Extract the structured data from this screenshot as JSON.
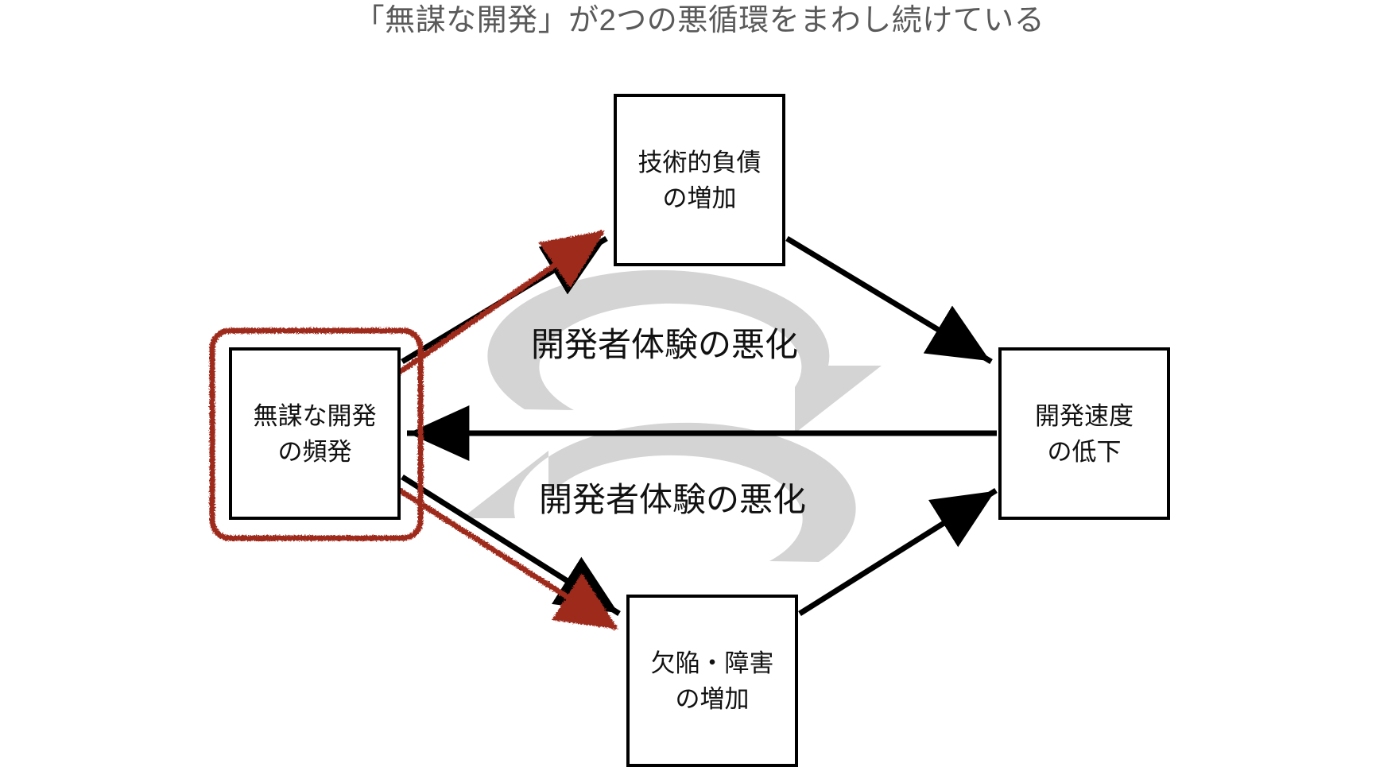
{
  "title": "「無謀な開発」が2つの悪循環をまわし続けている",
  "colors": {
    "title_text": "#5a5a5a",
    "box_border": "#000000",
    "box_fill": "#ffffff",
    "arrow_black": "#000000",
    "cycle_gray": "#d4d4d4",
    "highlight_red": "#9e2b1e",
    "background": "#ffffff"
  },
  "nodes": [
    {
      "id": "tech-debt",
      "line1": "技術的負債",
      "line2": "の増加",
      "highlighted": false
    },
    {
      "id": "rash-dev",
      "line1": "無謀な開発",
      "line2": "の頻発",
      "highlighted": true
    },
    {
      "id": "dev-speed",
      "line1": "開発速度",
      "line2": "の低下",
      "highlighted": false
    },
    {
      "id": "defects",
      "line1": "欠陥・障害",
      "line2": "の増加",
      "highlighted": false
    }
  ],
  "cycles": [
    {
      "id": "upper-loop",
      "label": "開発者体験の悪化",
      "direction": "clockwise"
    },
    {
      "id": "lower-loop",
      "label": "開発者体験の悪化",
      "direction": "counter-clockwise"
    }
  ],
  "edges": [
    {
      "id": "rash-to-tech",
      "from": "rash-dev",
      "to": "tech-debt",
      "style": "black-solid",
      "annotated": true
    },
    {
      "id": "tech-to-speed",
      "from": "tech-debt",
      "to": "dev-speed",
      "style": "black-solid",
      "annotated": false
    },
    {
      "id": "speed-to-rash",
      "from": "dev-speed",
      "to": "rash-dev",
      "style": "black-solid",
      "annotated": false
    },
    {
      "id": "rash-to-defects",
      "from": "rash-dev",
      "to": "defects",
      "style": "black-solid",
      "annotated": true
    },
    {
      "id": "defects-to-speed",
      "from": "defects",
      "to": "dev-speed",
      "style": "black-solid",
      "annotated": false
    }
  ],
  "annotations": [
    {
      "id": "rash-dev-highlight",
      "type": "hand-drawn-rounded-rect",
      "target": "rash-dev"
    },
    {
      "id": "rash-to-tech-trace",
      "type": "hand-drawn-arrow",
      "target": "rash-to-tech"
    },
    {
      "id": "rash-to-defects-trace",
      "type": "hand-drawn-arrow",
      "target": "rash-to-defects"
    }
  ]
}
